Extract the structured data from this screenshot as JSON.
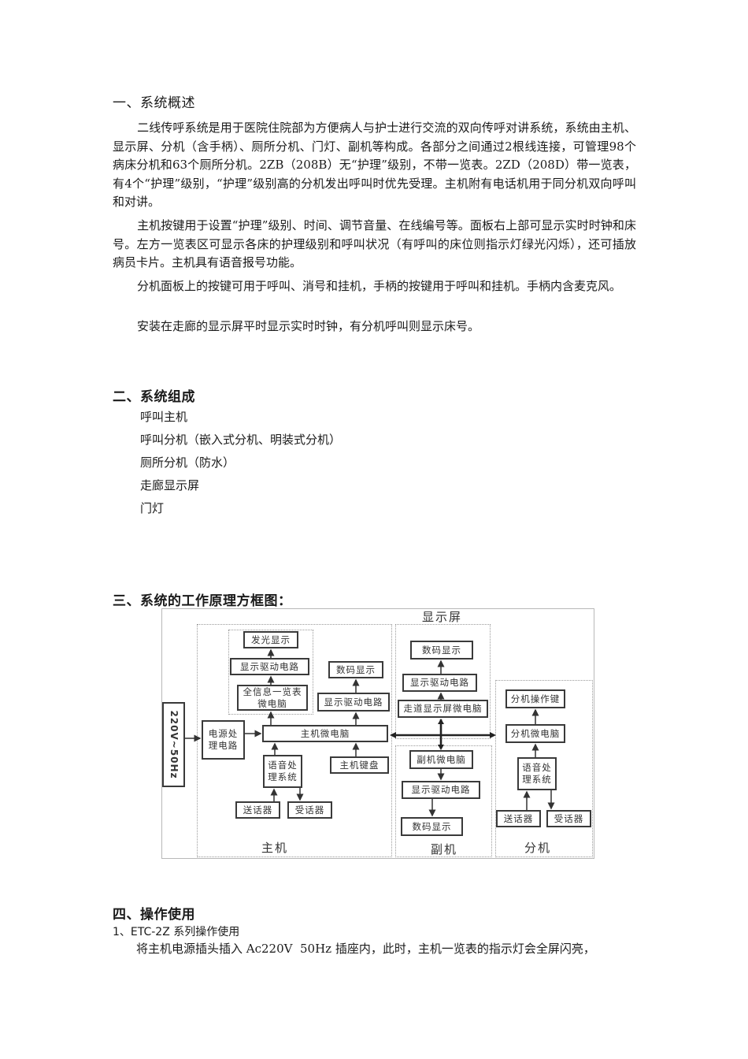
{
  "section1": {
    "heading": "一、系统概述",
    "paragraphs": [
      "二线传呼系统是用于医院住院部为方便病人与护士进行交流的双向传呼对讲系统，系统由主机、显示屏、分机（含手柄）、厕所分机、门灯、副机等构成。各部分之间通过2根线连接，可管理98个病床分机和63个厕所分机。2ZB（208B）无“护理”级别，不带一览表。2ZD（208D）带一览表，有4个“护理”级别，“护理”级别高的分机发出呼叫时优先受理。主机附有电话机用于同分机双向呼叫和对讲。",
      "主机按键用于设置“护理”级别、时间、调节音量、在线编号等。面板右上部可显示实时时钟和床号。左方一览表区可显示各床的护理级别和呼叫状况（有呼叫的床位则指示灯绿光闪烁），还可插放病员卡片。主机具有语音报号功能。",
      "分机面板上的按键可用于呼叫、消号和挂机，手柄的按键用于呼叫和挂机。手柄内含麦克风。",
      "安装在走廊的显示屏平时显示实时时钟，有分机呼叫则显示床号。"
    ]
  },
  "section2": {
    "heading": "二、系统组成",
    "items": [
      "呼叫主机",
      "呼叫分机（嵌入式分机、明装式分机）",
      "厕所分机（防水）",
      "走廊显示屏",
      "门灯"
    ]
  },
  "section3": {
    "heading": "三、系统的工作原理方框图：",
    "diagram": {
      "power_input": "220V~50Hz",
      "groups": {
        "host": "主机",
        "display": "显示屏",
        "sub_host": "副机",
        "extension": "分机"
      },
      "host_boxes": {
        "led_display": "发光显示",
        "display_driver_1": "显示驱动电路",
        "overview_mcu": "全信息一览表\n微电脑",
        "digital_display": "数码显示",
        "display_driver_2": "显示驱动电路",
        "power_circuit": "电源处\n理电路",
        "host_mcu": "主机微电脑",
        "voice_system": "语音处\n理系统",
        "host_keyboard": "主机键盘",
        "transmitter": "送话器",
        "receiver": "受话器"
      },
      "display_boxes": {
        "digital_display": "数码显示",
        "display_driver": "显示驱动电路",
        "corridor_mcu": "走道显示屏微电脑"
      },
      "sub_host_boxes": {
        "sub_mcu": "副机微电脑",
        "display_driver": "显示驱动电路",
        "digital_display": "数码显示"
      },
      "extension_boxes": {
        "ext_keys": "分机操作键",
        "ext_mcu": "分机微电脑",
        "voice_system": "语音处\n理系统",
        "transmitter": "送话器",
        "receiver": "受话器"
      }
    }
  },
  "section4": {
    "heading": "四、操作使用",
    "subheading": "1、ETC-2Z 系列操作使用",
    "paragraph": "将主机电源插头插入 Ac220V  50Hz 插座内，此时，主机一览表的指示灯会全屏闪亮，"
  }
}
